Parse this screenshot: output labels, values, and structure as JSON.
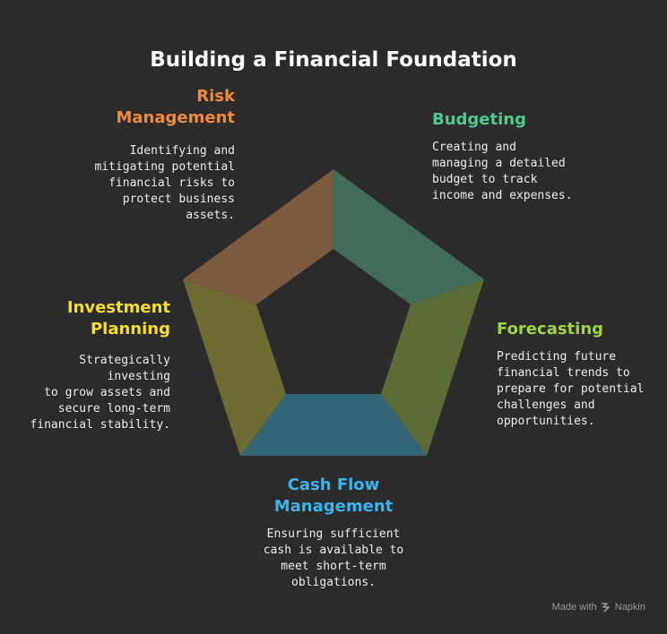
{
  "title": "Building a Financial Foundation",
  "segments": [
    {
      "id": "risk",
      "heading": "Risk\nManagement",
      "description": "Identifying and\nmitigating potential\nfinancial risks to\nprotect business\nassets.",
      "color": "#ef8a3c",
      "fill": "#7b5a3e"
    },
    {
      "id": "budget",
      "heading": "Budgeting",
      "description": "Creating and\nmanaging a detailed\nbudget to track\nincome and expenses.",
      "color": "#4fcb8d",
      "fill": "#3f6d58"
    },
    {
      "id": "forecast",
      "heading": "Forecasting",
      "description": "Predicting future\nfinancial trends to\nprepare for potential\nchallenges and\nopportunities.",
      "color": "#9ed443",
      "fill": "#5b6b36"
    },
    {
      "id": "cash",
      "heading": "Cash Flow\nManagement",
      "description": "Ensuring sufficient\ncash is available to\nmeet short-term\nobligations.",
      "color": "#3ab4ec",
      "fill": "#346577"
    },
    {
      "id": "invest",
      "heading": "Investment\nPlanning",
      "description": "Strategically investing\nto grow assets and\nsecure long-term\nfinancial stability.",
      "color": "#f6de28",
      "fill": "#6e6b32"
    }
  ],
  "footer": {
    "prefix": "Made with",
    "brand": "Napkin"
  }
}
